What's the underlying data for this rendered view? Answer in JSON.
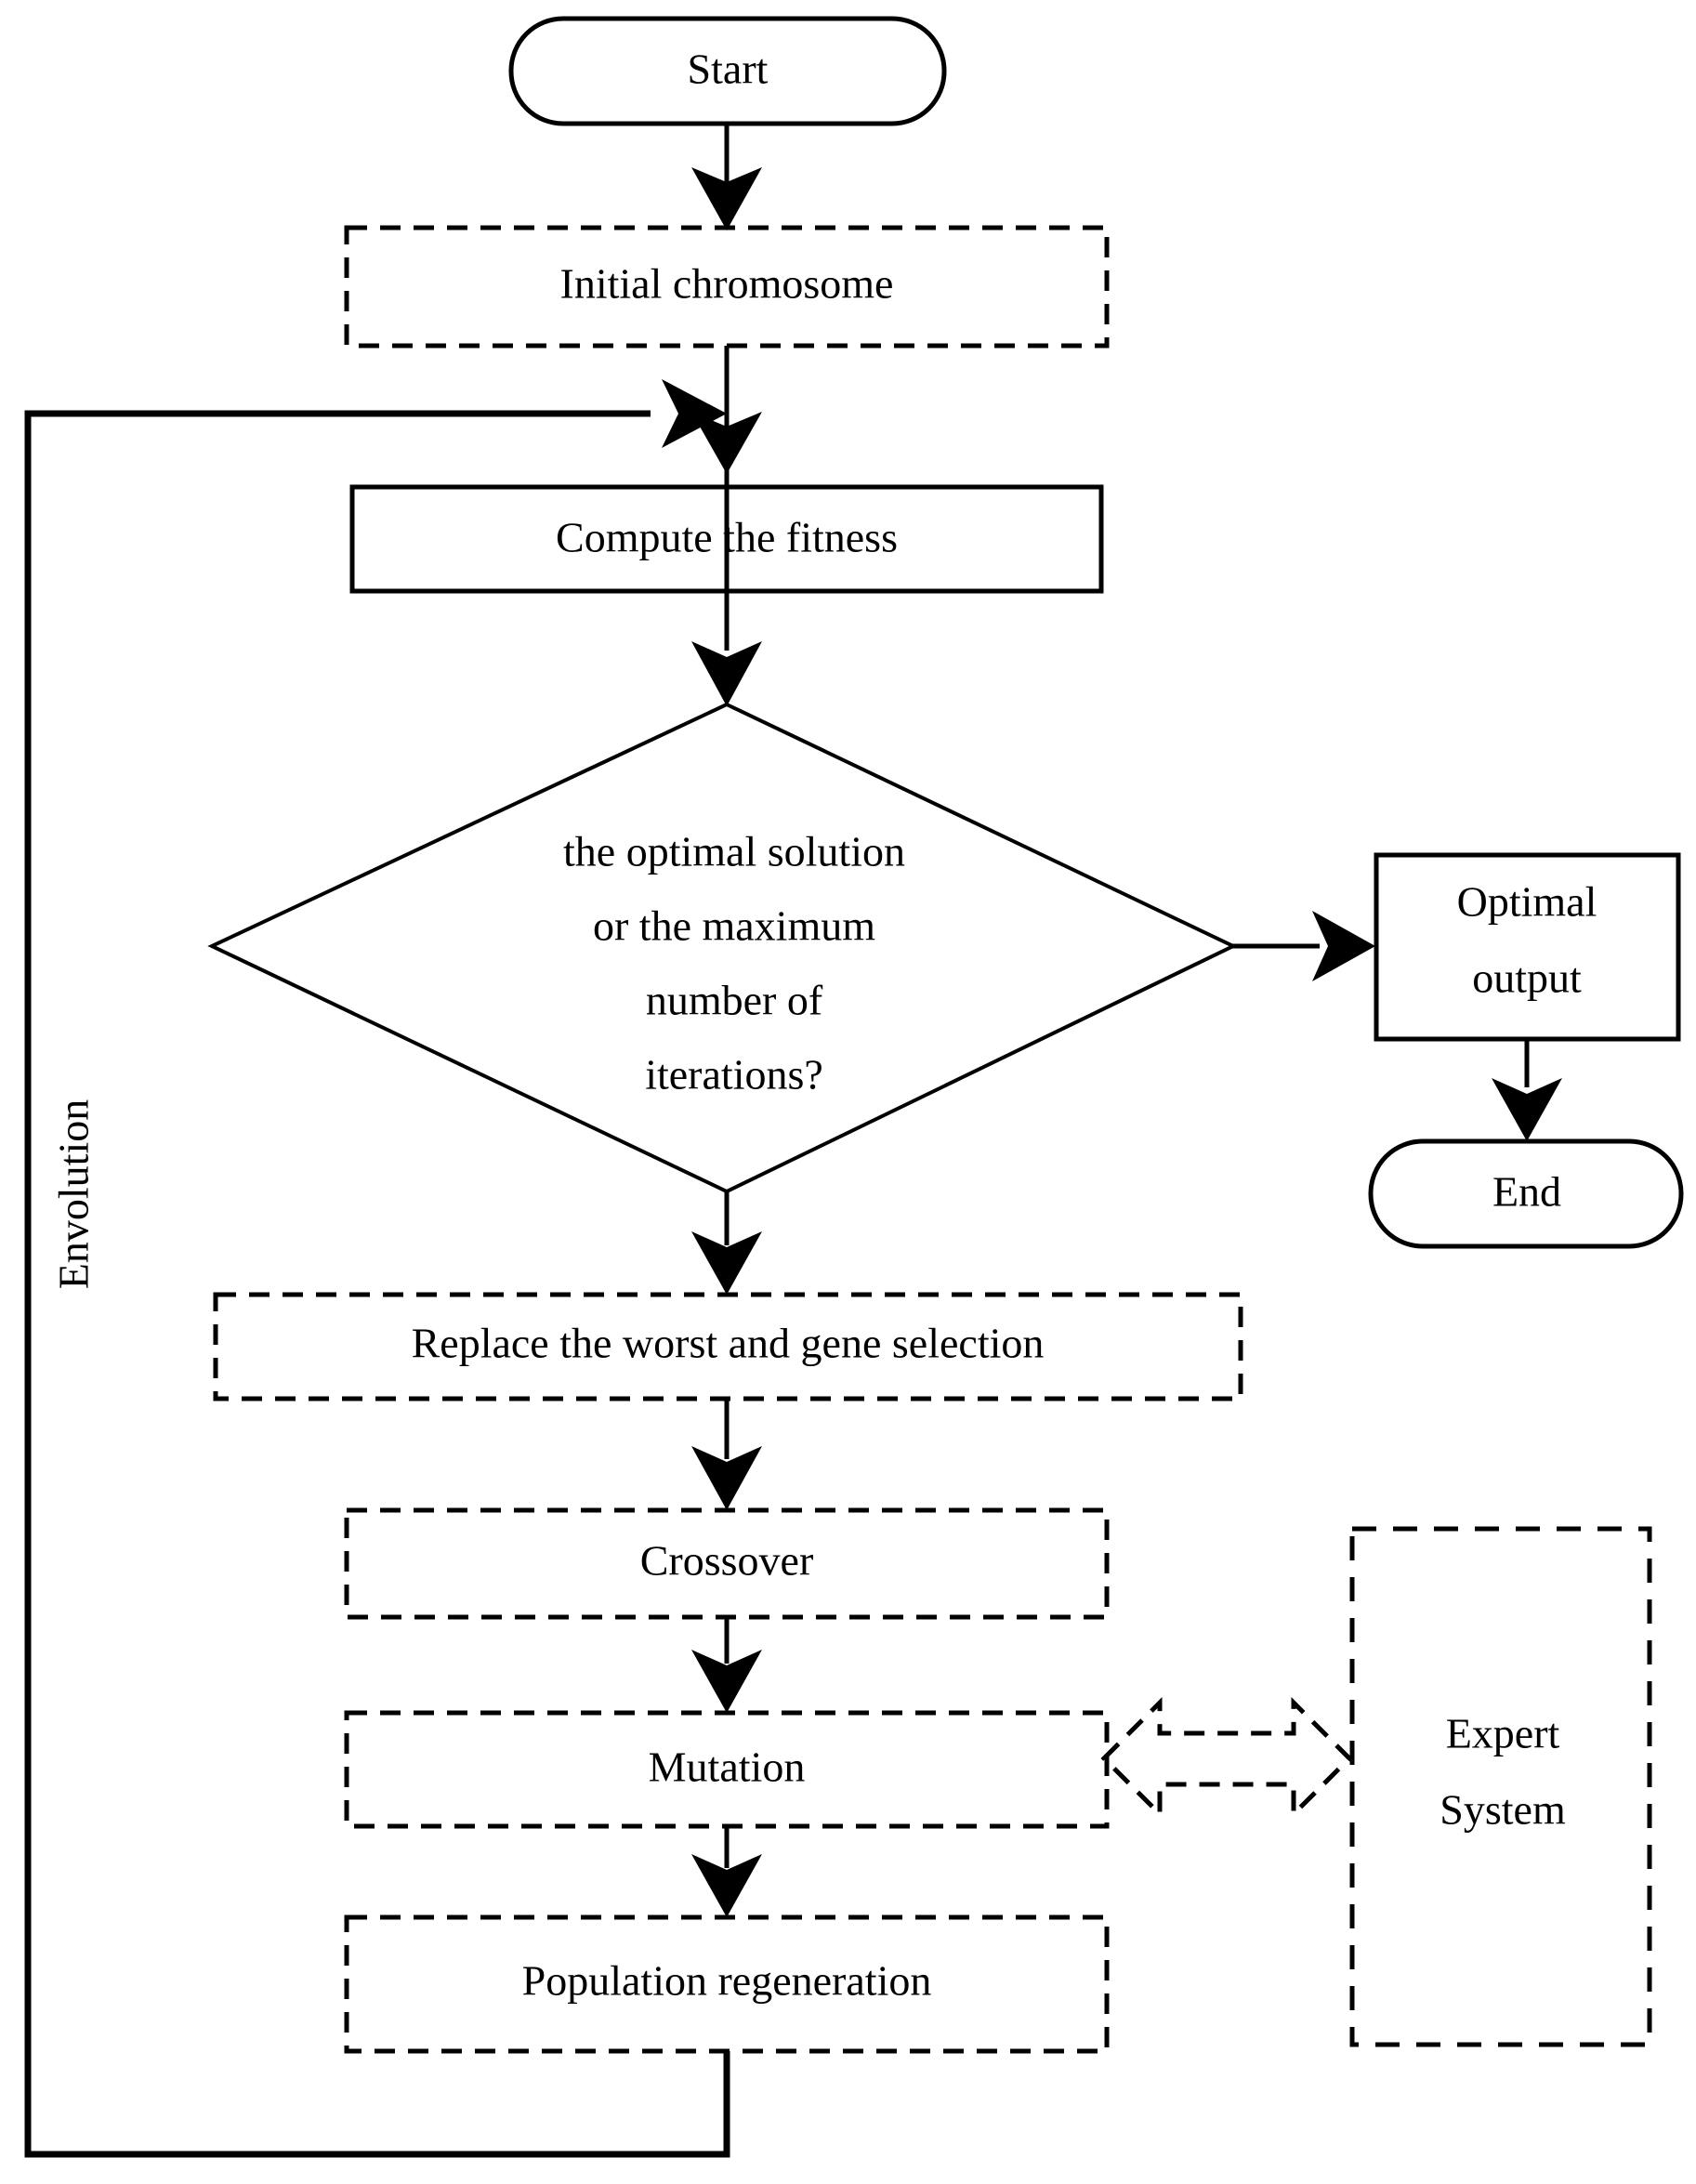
{
  "diagram": {
    "title": "Genetic algorithm with expert system flowchart",
    "colors": {
      "stroke": "#000000",
      "background": "#ffffff",
      "text": "#000000"
    },
    "nodes": {
      "start": {
        "label": "Start",
        "shape": "rounded-terminator",
        "style": "solid"
      },
      "initial_chromosome": {
        "label": "Initial chromosome",
        "shape": "rectangle",
        "style": "dashed"
      },
      "compute_fitness": {
        "label": "Compute the fitness",
        "shape": "rectangle",
        "style": "solid"
      },
      "decision": {
        "shape": "diamond",
        "style": "solid",
        "lines": [
          "the optimal solution",
          "or the maximum",
          "number of",
          "iterations?"
        ]
      },
      "optimal_output": {
        "shape": "rectangle",
        "style": "solid",
        "lines": [
          "Optimal",
          "output"
        ]
      },
      "end": {
        "label": "End",
        "shape": "rounded-terminator",
        "style": "solid"
      },
      "replace_worst": {
        "label": "Replace the worst and gene selection",
        "shape": "rectangle",
        "style": "dashed"
      },
      "crossover": {
        "label": "Crossover",
        "shape": "rectangle",
        "style": "dashed"
      },
      "mutation": {
        "label": "Mutation",
        "shape": "rectangle",
        "style": "dashed"
      },
      "population_regeneration": {
        "label": "Population regeneration",
        "shape": "rectangle",
        "style": "dashed"
      },
      "expert_system": {
        "shape": "rectangle",
        "style": "dashed",
        "lines": [
          "Expert",
          "System"
        ]
      }
    },
    "labels": {
      "envolution": "Envolution"
    },
    "connectors": [
      {
        "from": "start",
        "to": "initial_chromosome",
        "style": "solid",
        "arrow": "down"
      },
      {
        "from": "initial_chromosome",
        "to": "compute_fitness",
        "style": "solid",
        "arrow": "down"
      },
      {
        "from": "compute_fitness",
        "to": "decision",
        "style": "solid",
        "arrow": "down"
      },
      {
        "from": "decision",
        "to": "optimal_output",
        "style": "solid",
        "arrow": "right"
      },
      {
        "from": "optimal_output",
        "to": "end",
        "style": "solid",
        "arrow": "down"
      },
      {
        "from": "decision",
        "to": "replace_worst",
        "style": "solid",
        "arrow": "down"
      },
      {
        "from": "replace_worst",
        "to": "crossover",
        "style": "solid",
        "arrow": "down"
      },
      {
        "from": "crossover",
        "to": "mutation",
        "style": "solid",
        "arrow": "down"
      },
      {
        "from": "mutation",
        "to": "population_regeneration",
        "style": "solid",
        "arrow": "down"
      },
      {
        "from": "population_regeneration",
        "to": "compute_fitness",
        "style": "solid",
        "arrow": "loop-left",
        "label": "Envolution"
      },
      {
        "from": "mutation",
        "to": "expert_system",
        "style": "dashed",
        "arrow": "double-headed-block"
      }
    ]
  }
}
